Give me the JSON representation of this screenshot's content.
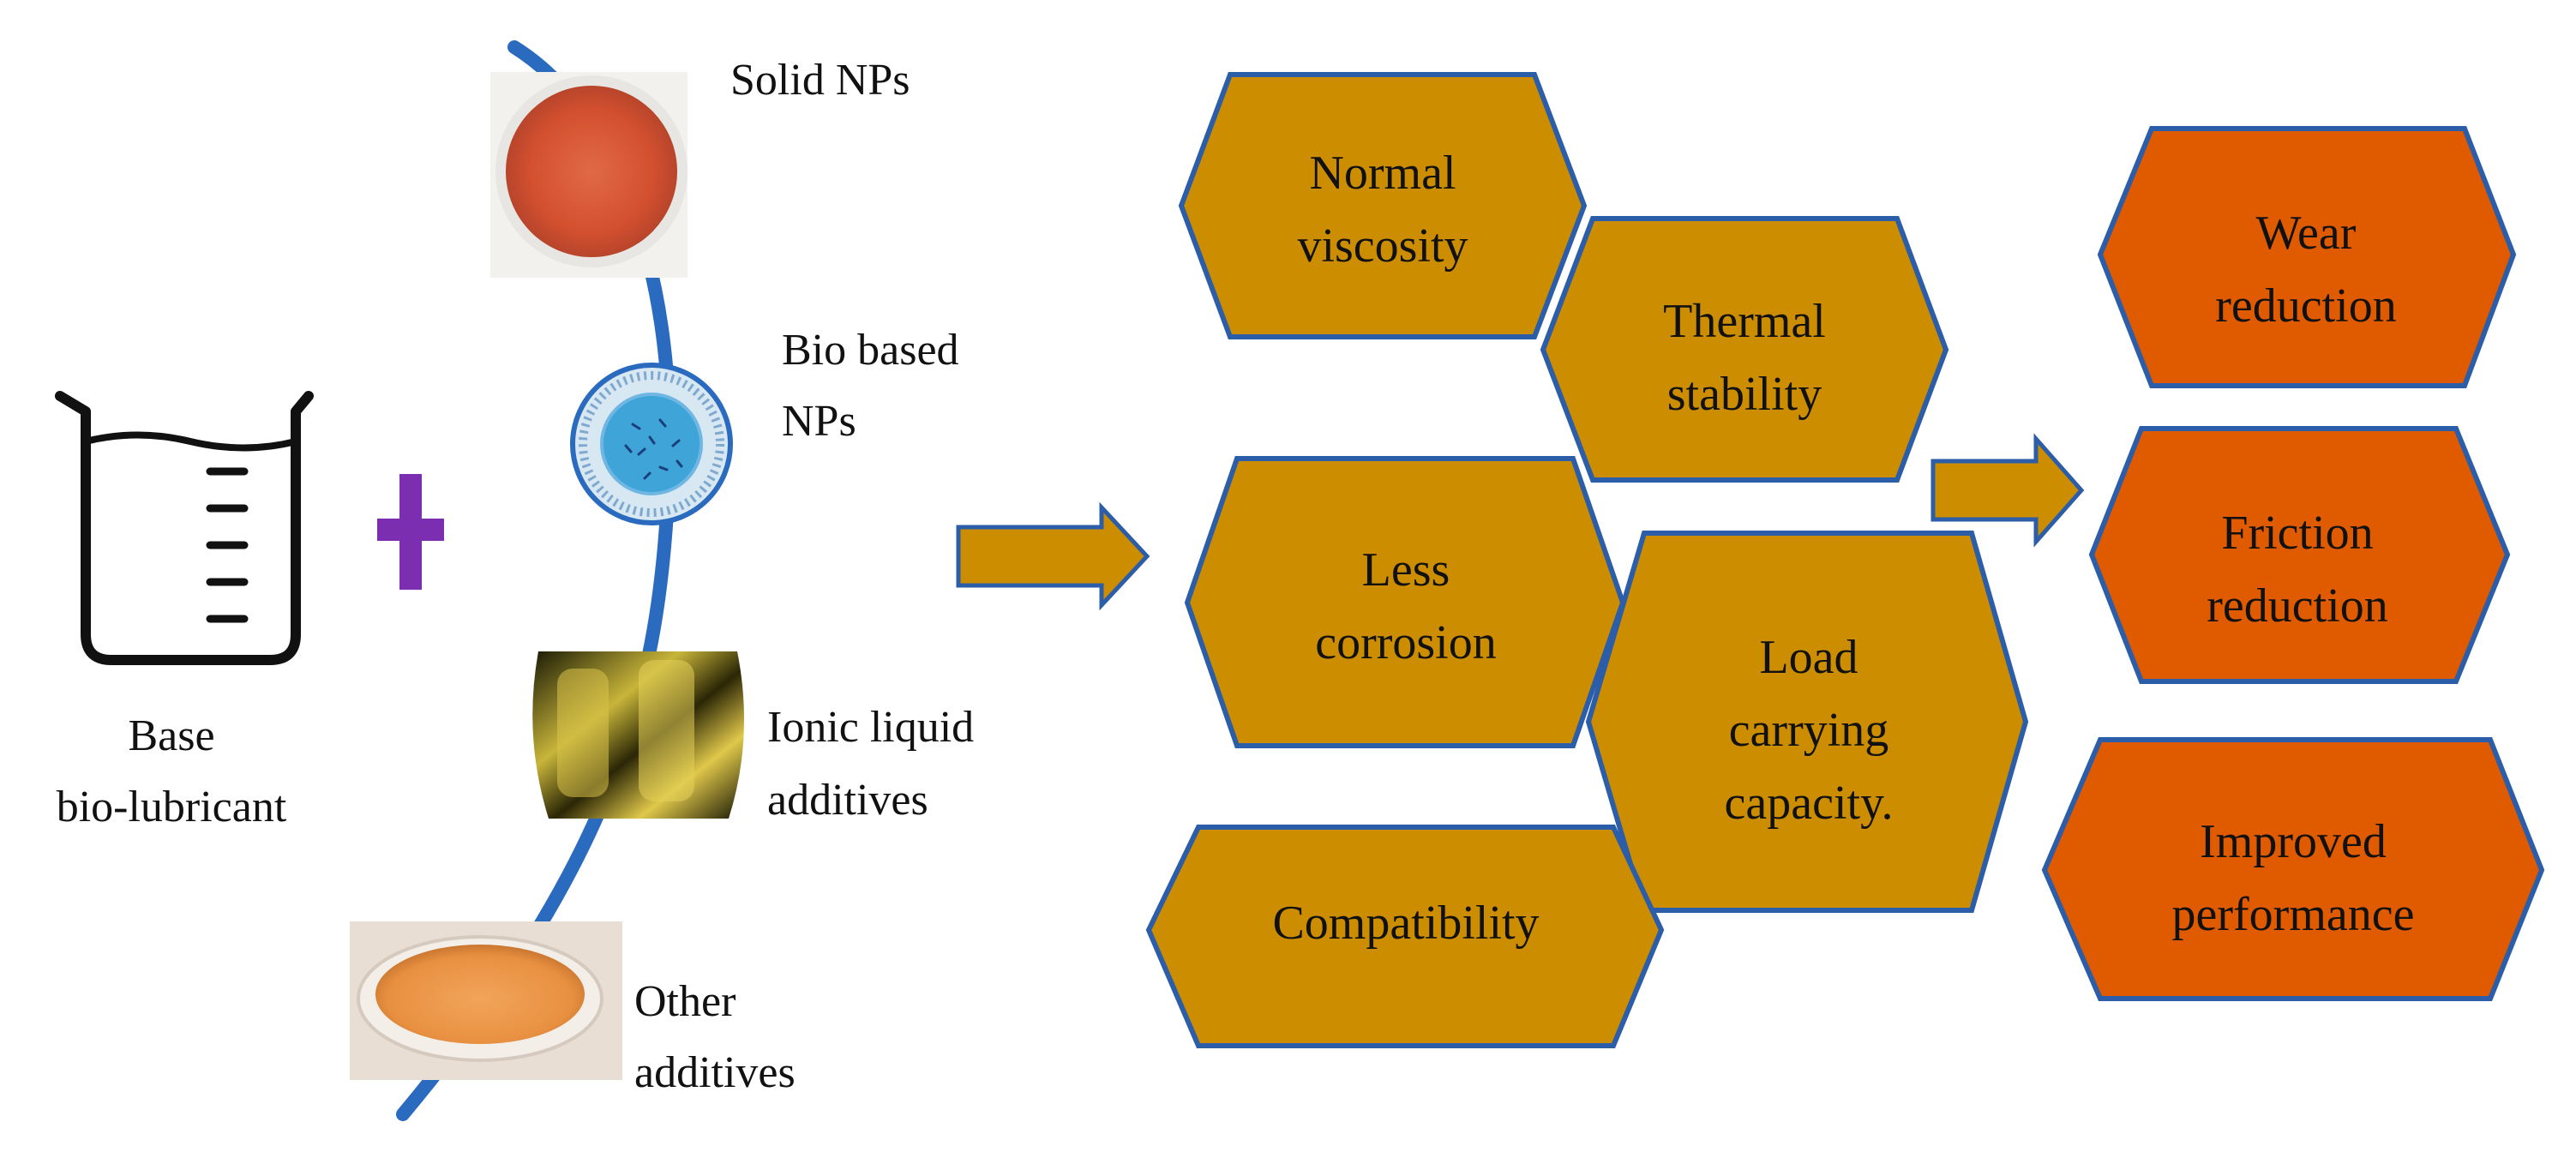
{
  "inputs": {
    "base_label_line1": "Base",
    "base_label_line2": "bio-lubricant",
    "solid_np_line1": "Solid NPs",
    "bio_np_line1": "Bio based",
    "bio_np_line2": "NPs",
    "ionic_line1": "Ionic liquid",
    "ionic_line2": "additives",
    "other_line1": "Other",
    "other_line2": "additives"
  },
  "properties": {
    "normal_viscosity_line1": "Normal",
    "normal_viscosity_line2": "viscosity",
    "thermal_line1": "Thermal",
    "thermal_line2": "stability",
    "corrosion_line1": "Less",
    "corrosion_line2": "corrosion",
    "load_line1": "Load",
    "load_line2": "carrying",
    "load_line3": "capacity.",
    "compat_line1": "Compatibility"
  },
  "outcomes": {
    "wear_line1": "Wear",
    "wear_line2": "reduction",
    "friction_line1": "Friction",
    "friction_line2": "reduction",
    "perf_line1": "Improved",
    "perf_line2": "performance"
  },
  "colors": {
    "property_fill": "#CC8E00",
    "outcome_fill": "#E05A00",
    "hex_stroke": "#2C5DA8",
    "plus": "#7B2FB0",
    "arc": "#2A6BC0"
  }
}
